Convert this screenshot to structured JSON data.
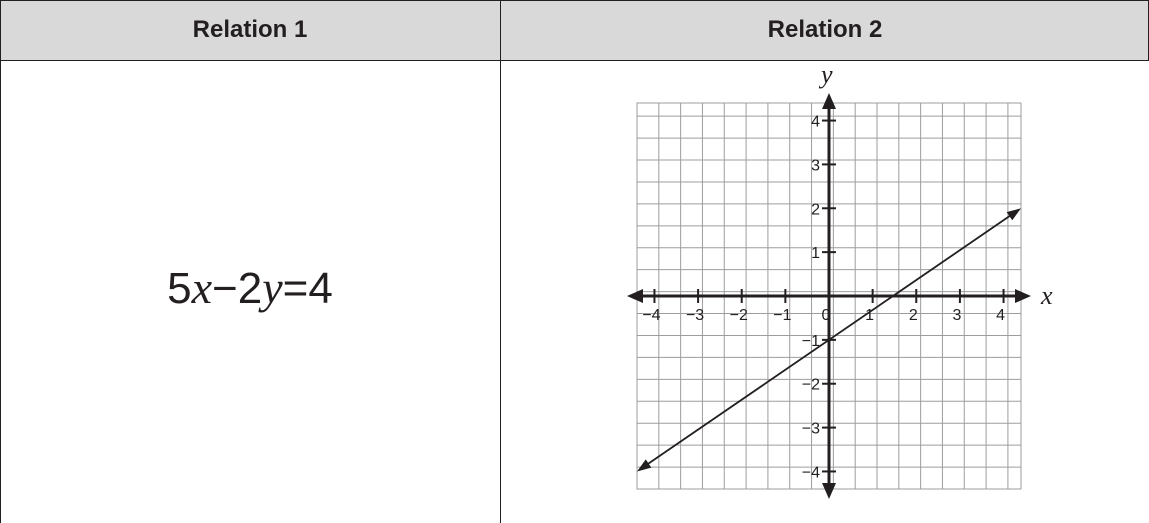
{
  "table": {
    "headers": [
      "Relation 1",
      "Relation 2"
    ]
  },
  "relation1": {
    "coef_x": "5",
    "var_x": "x",
    "minus": "−",
    "coef_y": "2",
    "var_y": "y",
    "equals": "=",
    "rhs": "4"
  },
  "chart_data": {
    "type": "line",
    "title": "",
    "xlabel": "x",
    "ylabel": "y",
    "xlim": [
      -4.4,
      4.4
    ],
    "ylim": [
      -4.4,
      4.4
    ],
    "grid": true,
    "grid_step": 0.5,
    "x_ticks": [
      -4,
      -3,
      -2,
      -1,
      0,
      1,
      2,
      3,
      4
    ],
    "x_tick_labels": [
      "−4",
      "−3",
      "−2",
      "−1",
      "0",
      "1",
      "2",
      "3",
      "4"
    ],
    "y_ticks": [
      4,
      3,
      2,
      1,
      -1,
      -2,
      -3,
      -4
    ],
    "y_tick_labels": [
      "4",
      "3",
      "2",
      "1",
      "−1",
      "−2",
      "−3",
      "−4"
    ],
    "series": [
      {
        "x": [
          -4.4,
          4.4
        ],
        "y": [
          -4.0,
          2.0
        ],
        "arrows": "both"
      }
    ],
    "colors": {
      "ink": "#231f20",
      "grid": "#9d9d9d",
      "header": "#d9d9d9"
    }
  }
}
